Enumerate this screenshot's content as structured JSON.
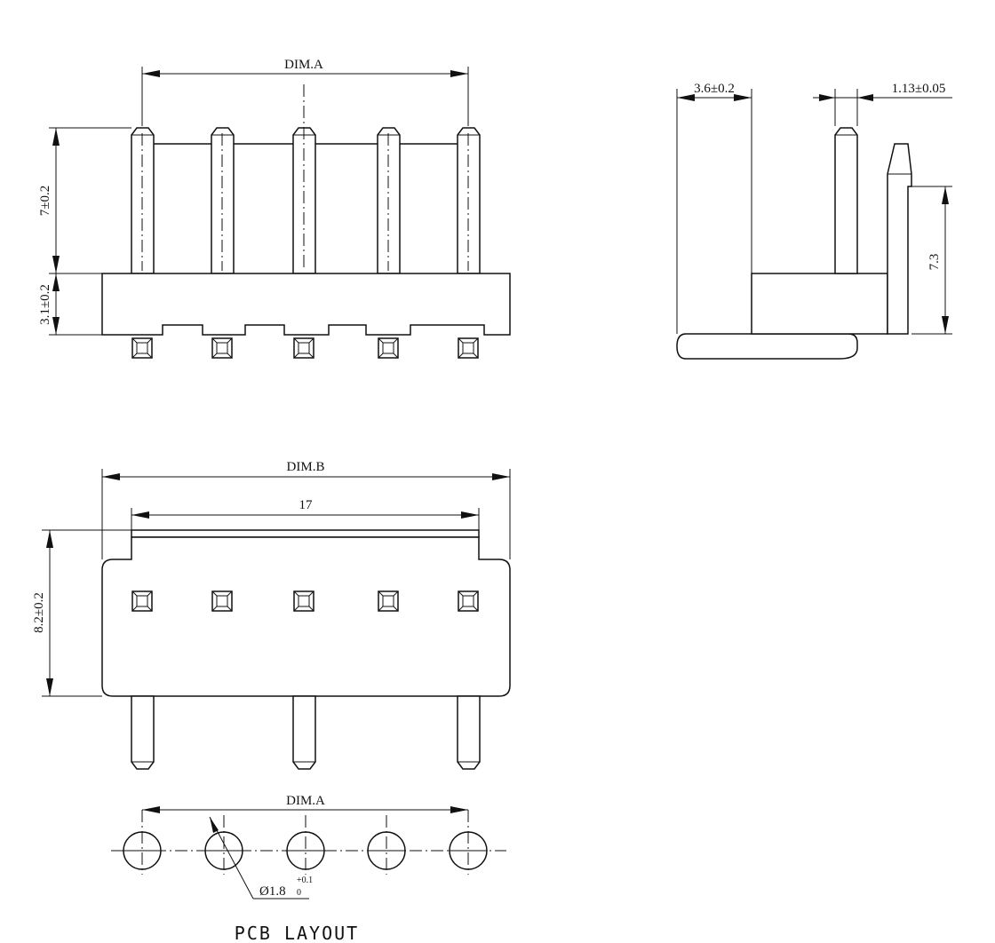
{
  "front_view": {
    "dim_a_label": "DIM.A",
    "height_label": "7±0.2",
    "base_label": "3.1±0.2",
    "pin_count": 5
  },
  "side_view": {
    "offset_label": "3.6±0.2",
    "pin_width_label": "1.13±0.05",
    "height_label": "7.3"
  },
  "bottom_view": {
    "dim_b_label": "DIM.B",
    "span_label": "17",
    "depth_label": "8.2±0.2",
    "pin_count": 5
  },
  "pcb_layout": {
    "dim_a_label": "DIM.A",
    "hole_label": "Ø1.8",
    "hole_tol_upper": "+0.1",
    "hole_tol_lower": "0",
    "caption": "PCB LAYOUT",
    "hole_count": 5
  }
}
